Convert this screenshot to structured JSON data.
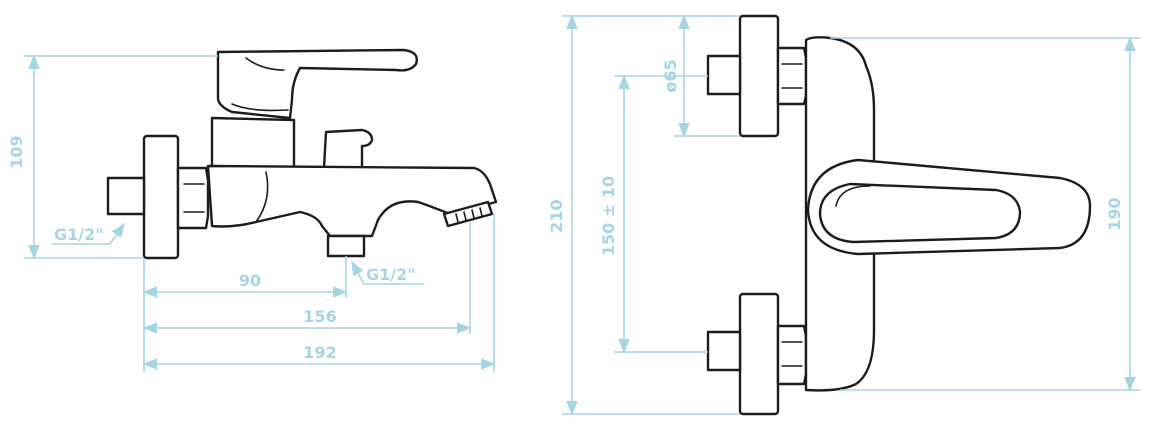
{
  "side_view": {
    "height": "109",
    "inlet_thread": "G1/2\"",
    "outlet_thread": "G1/2\"",
    "width_outlet": "90",
    "width_spout": "156",
    "width_total": "192"
  },
  "front_view": {
    "total_height": "210",
    "spacing": "150 ± 10",
    "cover_diameter": "ø65",
    "body_height": "190"
  },
  "colors": {
    "outline": "#1c1c1c",
    "dimension": "#a7d4e2"
  }
}
